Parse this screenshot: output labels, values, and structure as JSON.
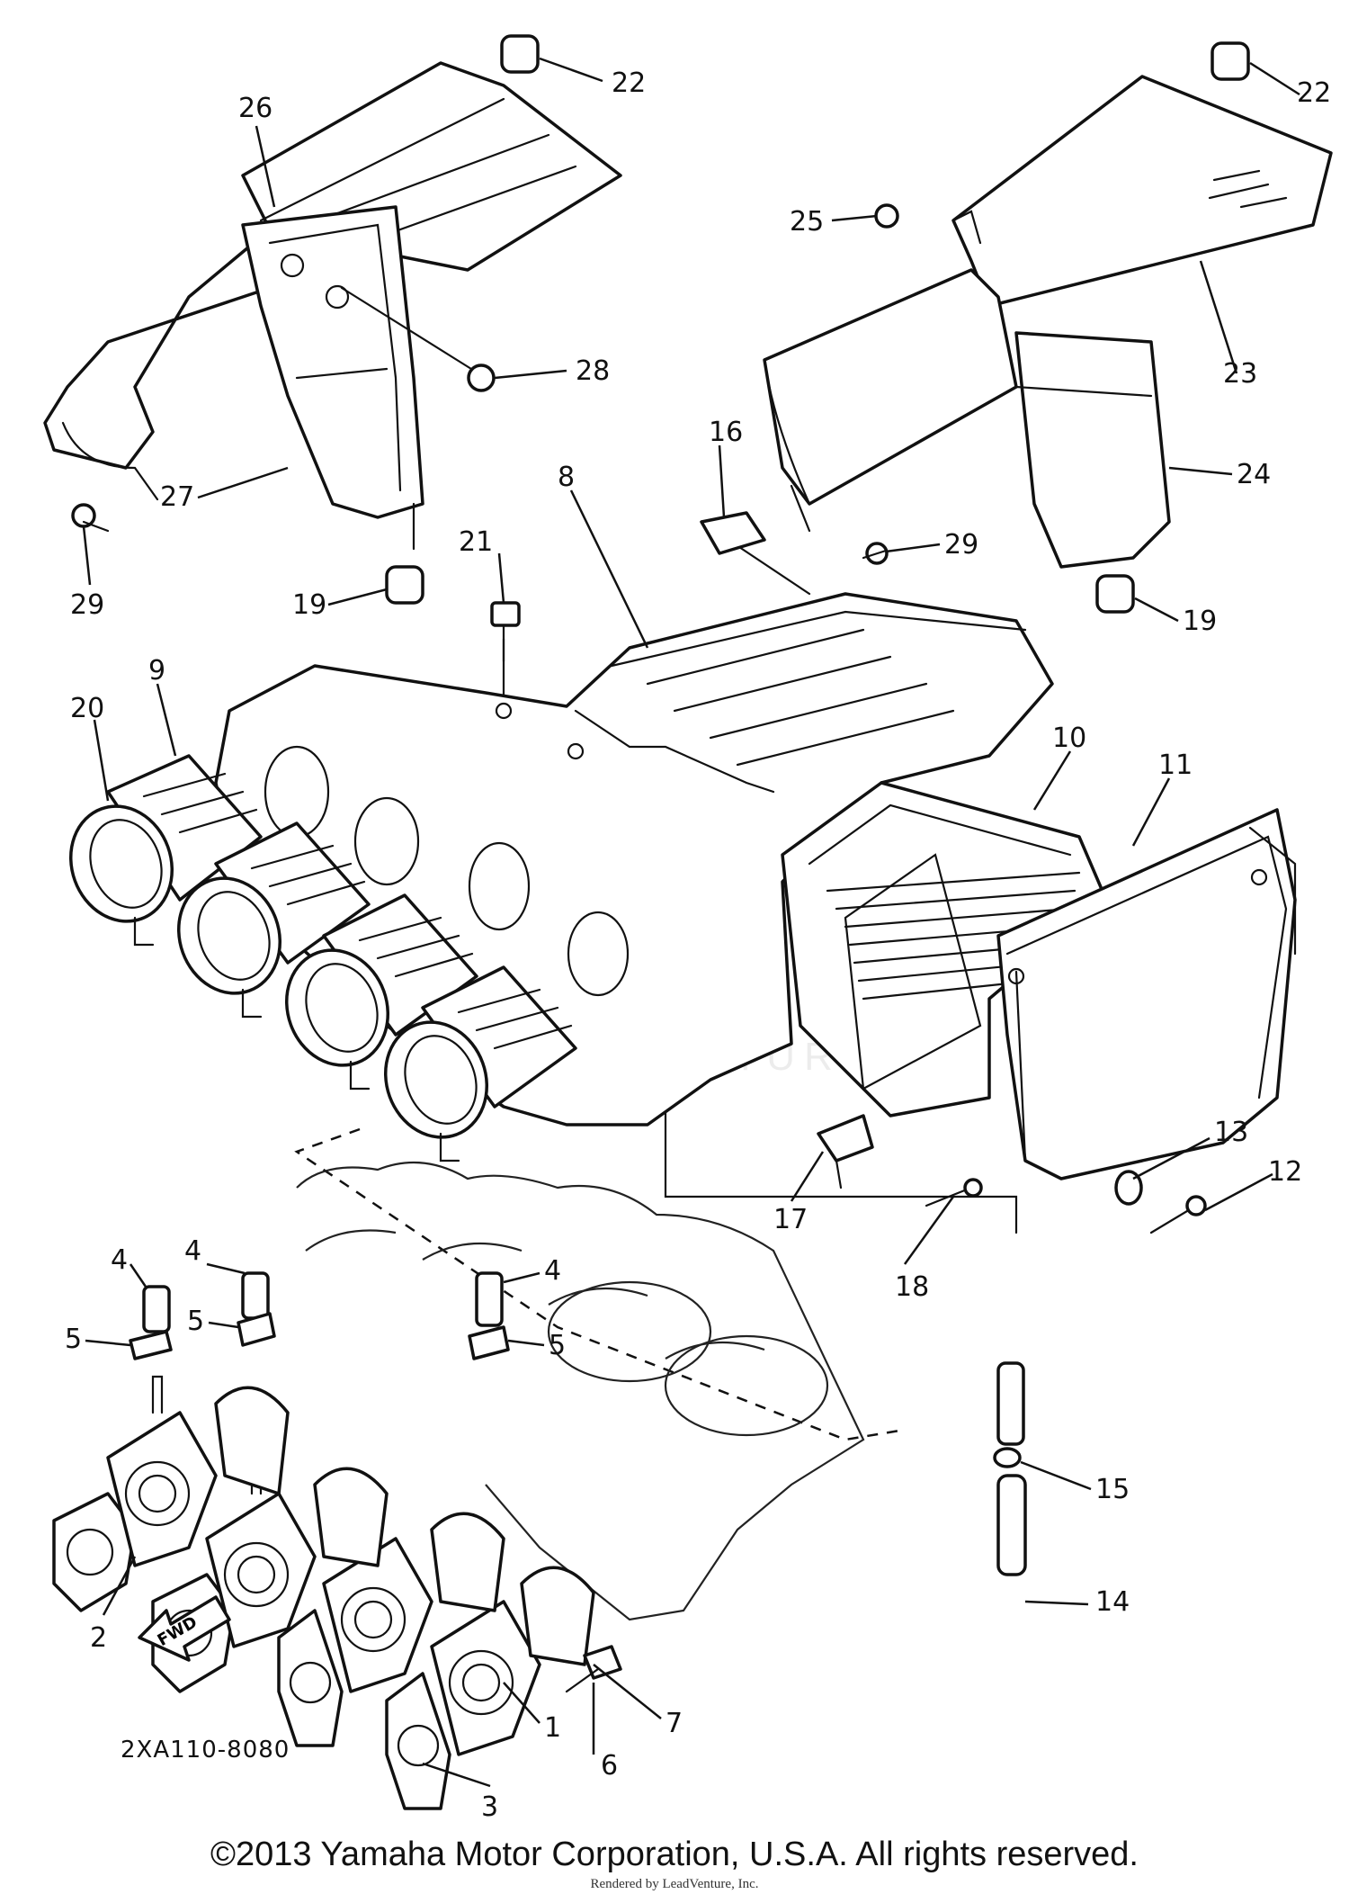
{
  "diagram": {
    "drawing_code": "2XA110-8080",
    "direction_arrow": "FWD",
    "watermark": "LEADVENTURE",
    "copyright": "©2013 Yamaha Motor Corporation, U.S.A. All rights reserved.",
    "render_note": "Rendered by LeadVenture, Inc.",
    "callouts": [
      {
        "id": "c1",
        "label": "1"
      },
      {
        "id": "c2",
        "label": "2"
      },
      {
        "id": "c3",
        "label": "3"
      },
      {
        "id": "c4a",
        "label": "4"
      },
      {
        "id": "c4b",
        "label": "4"
      },
      {
        "id": "c4c",
        "label": "4"
      },
      {
        "id": "c5a",
        "label": "5"
      },
      {
        "id": "c5b",
        "label": "5"
      },
      {
        "id": "c5c",
        "label": "5"
      },
      {
        "id": "c6",
        "label": "6"
      },
      {
        "id": "c7",
        "label": "7"
      },
      {
        "id": "c8",
        "label": "8"
      },
      {
        "id": "c9",
        "label": "9"
      },
      {
        "id": "c10",
        "label": "10"
      },
      {
        "id": "c11",
        "label": "11"
      },
      {
        "id": "c12",
        "label": "12"
      },
      {
        "id": "c13",
        "label": "13"
      },
      {
        "id": "c14",
        "label": "14"
      },
      {
        "id": "c15",
        "label": "15"
      },
      {
        "id": "c16",
        "label": "16"
      },
      {
        "id": "c17",
        "label": "17"
      },
      {
        "id": "c18",
        "label": "18"
      },
      {
        "id": "c19a",
        "label": "19"
      },
      {
        "id": "c19b",
        "label": "19"
      },
      {
        "id": "c20",
        "label": "20"
      },
      {
        "id": "c21",
        "label": "21"
      },
      {
        "id": "c22a",
        "label": "22"
      },
      {
        "id": "c22b",
        "label": "22"
      },
      {
        "id": "c23",
        "label": "23"
      },
      {
        "id": "c24",
        "label": "24"
      },
      {
        "id": "c25",
        "label": "25"
      },
      {
        "id": "c26",
        "label": "26"
      },
      {
        "id": "c27",
        "label": "27"
      },
      {
        "id": "c28",
        "label": "28"
      },
      {
        "id": "c29a",
        "label": "29"
      },
      {
        "id": "c29b",
        "label": "29"
      }
    ]
  }
}
